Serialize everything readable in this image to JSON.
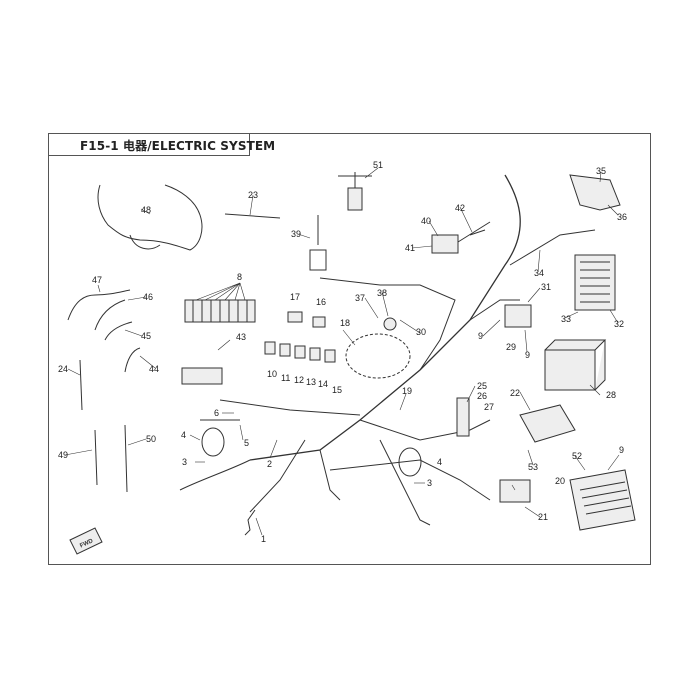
{
  "title": "F15-1 电器/ELECTRIC SYSTEM",
  "fwd_text": "FWD",
  "colors": {
    "line": "#333333",
    "fill": "#eeeeee",
    "frame": "#555555"
  },
  "labels": [
    "1",
    "2",
    "3",
    "3",
    "4",
    "4",
    "5",
    "6",
    "8",
    "9",
    "9",
    "9",
    "10",
    "11",
    "12",
    "13",
    "14",
    "15",
    "16",
    "17",
    "18",
    "19",
    "20",
    "21",
    "22",
    "23",
    "24",
    "25",
    "26",
    "27",
    "28",
    "29",
    "30",
    "31",
    "32",
    "33",
    "34",
    "35",
    "36",
    "37",
    "38",
    "39",
    "40",
    "41",
    "42",
    "43",
    "44",
    "45",
    "46",
    "47",
    "48",
    "49",
    "50",
    "51",
    "52",
    "53"
  ]
}
